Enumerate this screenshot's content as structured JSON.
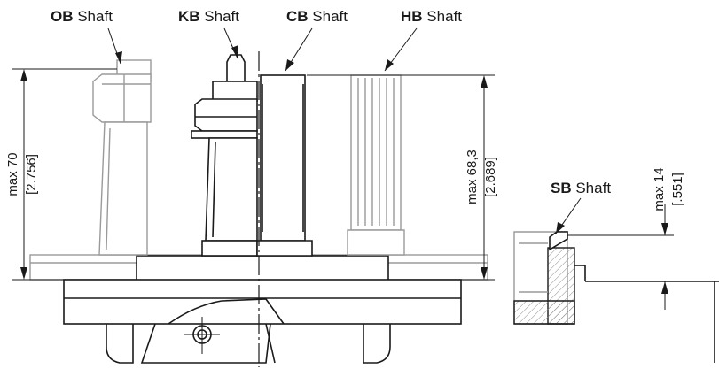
{
  "labels": {
    "ob": {
      "bold": "OB",
      "rest": " Shaft"
    },
    "kb": {
      "bold": "KB",
      "rest": " Shaft"
    },
    "cb": {
      "bold": "CB",
      "rest": " Shaft"
    },
    "hb": {
      "bold": "HB",
      "rest": " Shaft"
    },
    "sb": {
      "bold": "SB",
      "rest": " Shaft"
    }
  },
  "dimensions": {
    "left_mm": "max 70",
    "left_in": "[2.756]",
    "right_mm": "max 68,3",
    "right_in": "[2.689]",
    "sb_mm": "max 14",
    "sb_in": "[.551]"
  }
}
